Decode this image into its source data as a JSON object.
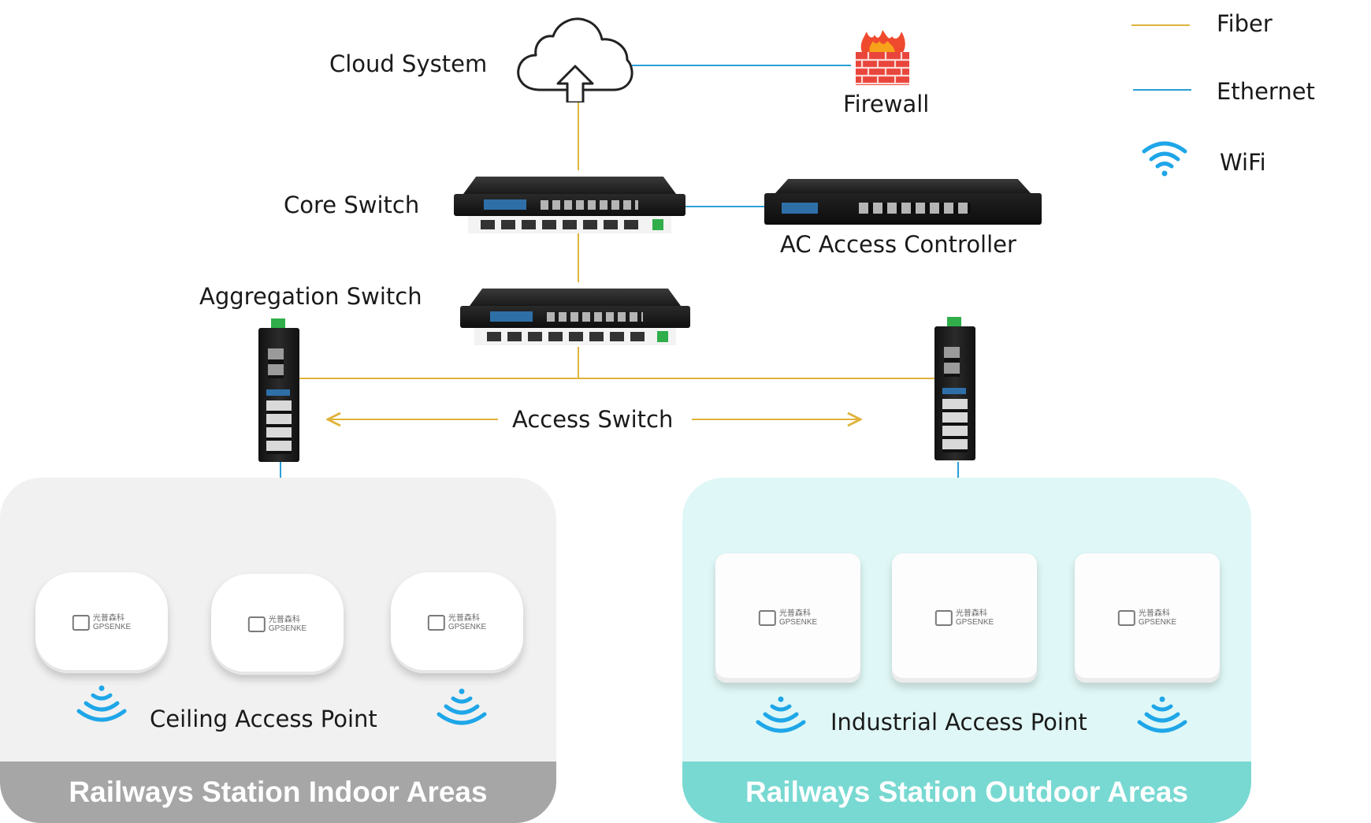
{
  "labels": {
    "cloud": "Cloud System",
    "firewall": "Firewall",
    "core_switch": "Core Switch",
    "ac_controller": "AC  Access Controller",
    "aggregation_switch": "Aggregation Switch",
    "access_switch": "Access Switch",
    "ceiling_ap": "Ceiling Access Point",
    "industrial_ap": "Industrial Access Point"
  },
  "legend": {
    "fiber": "Fiber",
    "ethernet": "Ethernet",
    "wifi": "WiFi"
  },
  "zones": {
    "indoor": "Railways Station Indoor Areas",
    "outdoor": "Railways Station Outdoor Areas"
  },
  "devices": {
    "brand_cn": "光普森科",
    "brand": "GPSENKE"
  },
  "colors": {
    "fiber": "#e0b33a",
    "ethernet": "#2a9fd6",
    "wifi": "#1ea6e8",
    "firewall": "#e8453c",
    "indoor_zone": "#f1f1f1",
    "indoor_footer": "#a6a6a6",
    "outdoor_zone": "#dff7f6",
    "outdoor_footer": "#78d9d2"
  }
}
